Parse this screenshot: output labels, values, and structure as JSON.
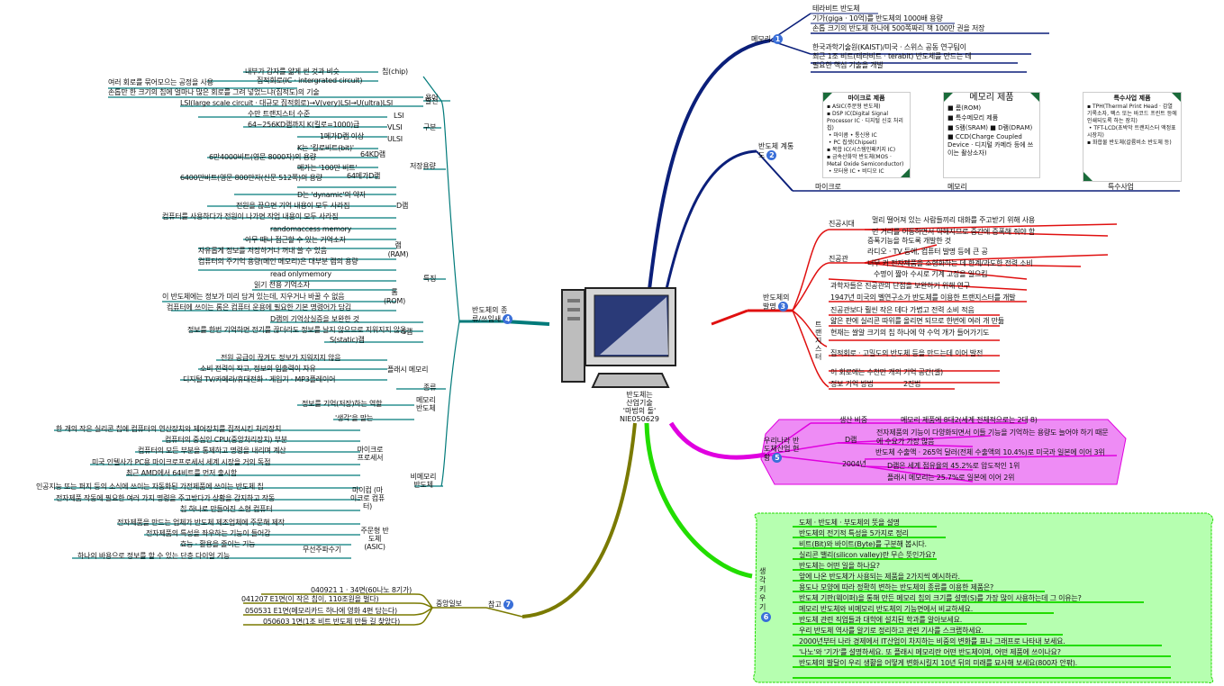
{
  "center": {
    "lines": [
      "반도체는",
      "산업기술",
      "'마법의 돌'",
      "NIE050629"
    ],
    "icon": "computer-icon"
  },
  "branches": {
    "memory": {
      "label": "메모리",
      "number": "1",
      "color": "#0b1f7a",
      "items": [
        "테라비트 반도체",
        "기가(giga · 10억)를 반도체의 1000배 용량",
        "손톱 크기의 반도체 하나에 500쪽짜리 책 100만 권을 저장",
        "한국과학기술원(KAIST)/미국 · 스위스 공동 연구팀이",
        "최근 1조 비트(테라비트 · terabit) 반도체를 만드는 데",
        "필요한 핵심 기술을 개발"
      ]
    },
    "classification": {
      "label": "반도체 계통도",
      "number": "2",
      "color": "#0b1f7a",
      "columns": [
        "마이크로",
        "메모리",
        "특수사업"
      ],
      "boxes": [
        {
          "title": "마이크로 제품",
          "items": [
            "ASIC(주문형 반도체)",
            "DSP IC(Digital Signal Processor IC · 디지털 신호 처리 칩)",
            "마이콤",
            "통신용 IC",
            "PC 칩셋(Chipset)",
            "복합 IC(시스템인패키지 IC)",
            "금속산화막 반도체(MOS · Metal Oxide Semiconductor)",
            "모터용 IC",
            "비디오 IC"
          ]
        },
        {
          "title": "메모리 제품",
          "items": [
            "롬(ROM)",
            "특수메모리 제품",
            "S램(SRAM)",
            "D램(DRAM)",
            "CCD(Charge Coupled Device · 디지털 카메라 등에 쓰이는 촬상소자)"
          ]
        },
        {
          "title": "특수사업 제품",
          "items": [
            "TPH(Thermal Print Head · 감열기록소자, 팩스 또는 바코드 프린트 등에 인쇄되도록 하는 장치)",
            "TFT-LCD(초박막 트랜지스터 액정표시장치)",
            "화합물 반도체(갈륨비소 반도체 등)"
          ]
        }
      ]
    },
    "history": {
      "label": "반도체의 발명",
      "number": "3",
      "color": "#e01010",
      "groups": [
        {
          "label": "진공시대",
          "items": [
            "멀리 떨어져 있는 사람들끼리 대화를 주고받기 위해 사용",
            "먼 거리를 이동하면서 약해지므로 중간에 증폭해 줘야 함"
          ]
        },
        {
          "label": "진공관",
          "items": [
            "증폭기능을 하도록 개발한 것",
            "라디오 · TV 등에, 컴퓨터 발명 등에 큰 공",
            "너무 커 전자제품을 소형화하는 데 한계/과도한 전력 소비",
            "수명이 짧아 수시로 기계 고장을 일으킴"
          ]
        },
        {
          "label": "트랜지스터",
          "items": [
            "과학자들은 진공관의 단점을 보완하기 위해 연구",
            "1947년 미국의 벨연구소가 반도체를 이용한 트랜지스터를 개발",
            "진공관보다 훨씬 작은 데다 가볍고 전력 소비 적음",
            "얇은 판에 실리콘 따위를 올리면 되므로 한번에 여러 개 만듦",
            "현재는 쌀알 크기의 칩 하나에 약 수억 개가 들어가기도",
            "집적회로 · 고밀도의 반도체 등을 만드는데 이어 발전",
            "이 회로에는 수천만 개의 기억 공간(셀)"
          ]
        },
        {
          "label": "정보 기억 방법",
          "items": [
            "2진법"
          ]
        }
      ]
    },
    "korea": {
      "label": "우리나라 반도체산업 현황",
      "number": "5",
      "color": "#e000e0",
      "fill": "#ee8cf5",
      "items": [
        {
          "key": "생산 비중",
          "value": "메모리 제품에 8대2(세계 전체적으로는 2대 8)"
        },
        {
          "key": "D램",
          "value": "전자제품의 기능이 다양화되면서 이들 기능을 기억하는 용량도 늘어야 하기 때문에 수요가 가장 많음"
        },
        {
          "key": "2004년",
          "value": "반도체 수출액 · 265억 달러(전체 수출액의 10.4%)로 미국과 일본에 이어 3위"
        },
        {
          "key": "",
          "value": "D램은 세계 점유율의 45.2%로 압도적인 1위"
        },
        {
          "key": "",
          "value": "플래시 메모리는 25.7%로 일본에 이어 2위"
        }
      ]
    },
    "activities": {
      "label": "생각 키우기",
      "number": "6",
      "color": "#22dd00",
      "fill": "#b6ffb0",
      "items": [
        "도체 · 반도체 · 부도체의 뜻을 설명",
        "반도체의 전기적 특성을 5가지로 정리",
        "비트(Bit)와 바이트(Byte)를 구분해 봅시다.",
        "실리콘 밸리(silicon valley)란 무슨 뜻인가요?",
        "반도체는 어떤 일을 하나요?",
        "앞에 나온 반도체가 사용되는 제품을 2가지씩 예시하라.",
        "용도나 모양에 따라 정확히 변하는 반도체의 종류를 이용한 제품은?",
        "반도체 기판(웨이퍼)을 통해 만든 메모리 칩의 크기를 설명(S)를 가장 많이 사용하는데 그 이유는?",
        "메모리 반도체와 비메모리 반도체의 기능면에서 비교하세요.",
        "반도체 관련 직업들과 대학에 설치된 학과를 알아보세요.",
        "우리 반도체 역사를 알기로 정리하고 관련 기사를 스크랩하세요.",
        "2000년부터 나라 경제에서 IT산업이 차지하는 비중의 변화를 표나 그래프로 나타내 보세요.",
        "'나노'와 '기가'를 설명하세요. 또 플래시 메모리란 어떤 반도체이며, 어떤 제품에 쓰이나요?",
        "반도체의 발달이 우리 생활을 어떻게 변화시킬지 10년 뒤의 미래를 묘사해 보세요(800자 안팎)."
      ]
    },
    "reference": {
      "label": "참고",
      "number": "7",
      "color": "#7a7a00",
      "group": "중앙일보",
      "items": [
        "040921 1 · 34면(60나노 8기가)",
        "041207 E1면(이 작은 칩이, 110조원을 벌다)",
        "050531 E1면(메모리카드 하나에 영화 4편 담는다)",
        "050603 1면(1조 비트 반도체 만들 길 찾았다)"
      ]
    },
    "types": {
      "label": "반도체의 종류/쓰임새",
      "number": "4",
      "color": "#007a7a",
      "groups": [
        {
          "label": "칩(chip)",
          "items": [
            "내부가 감자를 얇게 썬 것과 비슷",
            "집적회로(IC · intergrated circuit)"
          ],
          "sub_label": "용어",
          "sub_items": [
            "여러 회로를 묶어모으는 공정을 사용"
          ]
        },
        {
          "label": "발전",
          "items": [
            "손톱만 한 크기의 칩에 얼마나 많은 회로를 그려 넣었느냐(집적도)의 기술",
            "LSI(large scale circuit · 대규모 집적회로)→V(very)LSI→U(ultra)LSI"
          ]
        },
        {
          "label": "구분",
          "items": [
            {
              "k": "LSI",
              "v": "수만 트랜지스터 수준"
            },
            {
              "k": "VLSI",
              "v": "64~256KD램까지 K(킬로=1000)급"
            },
            {
              "k": "ULSI",
              "v": "1메가D램 이상"
            }
          ]
        },
        {
          "label": "저장용량",
          "items": [
            {
              "k": "64KD램",
              "v": [
                "K는 '킬로비트(bit)'",
                "6만4000비트(영문 8000자)의 용량"
              ]
            },
            {
              "k": "64메가D램",
              "v": [
                "메가는 '100만 비트'",
                "6400만비트(영문 800만자(신문 512쪽)의 용량"
              ]
            }
          ]
        },
        {
          "label": "특징",
          "items": [
            {
              "k": "D램",
              "v": [
                "D는 'dynamic'의 약자",
                "전원을 끊으면 기억 내용이 모두 사라짐",
                "컴퓨터를 사용하다가 전원이 나가면 작업 내용이 모두 사라짐"
              ]
            },
            {
              "k": "램 (RAM)",
              "v": [
                "randomaccess memory",
                "아무 때나 접근할 수 있는 기억소자",
                "자유롭게 정보를 저장하거나 꺼내 쓸 수 있음",
                "컴퓨터의 주기억 용량(메인 메모리)은 대부분 램의 용량"
              ]
            },
            {
              "k": "롬 (ROM)",
              "v": [
                "read onlymemory",
                "읽기 전용 기억소자",
                "이 반도체에는 정보가 미리 담겨 있는데, 지우거나 바꿀 수 없음",
                "컴퓨터에 쓰이는 롬은 컴퓨터 운용에 필요한 기본 명령어가 담김"
              ]
            },
            {
              "k": "S램",
              "v": [
                "D램의 기억상실증을 보완한 것",
                "정보를 한번 기억하면 전기를 끊더라도 정보를 날지 않으므로 지워지지 않음",
                "S(static)램"
              ]
            },
            {
              "k": "플래시 메모리",
              "v": [
                "전원 공급이 끊겨도 정보가 지워지지 않음",
                "소비 전력이 작고, 정보의 입출력이 자유",
                "디지털 TV/카메라/휴대전화 · 게임기 · MP3플레이어"
              ]
            }
          ]
        },
        {
          "label": "종류",
          "items": [
            {
              "k": "메모리 반도체",
              "v": [
                "정보를 기억(저장)하는 역할"
              ]
            },
            {
              "k": "비메모리 반도체",
              "v": [
                "'생각'을 맡는"
              ]
            }
          ]
        },
        {
          "label": "마이크로 프로세서",
          "items": [
            "한 개의 작은 실리콘 칩에 컴퓨터의 연산장치와 제어장치를 집적시킨 처리장치",
            "컴퓨터의 중심인 CPU(중앙처리장치) 부분",
            "컴퓨터의 모든 부분을 통제하고 명령을 내리며 계산",
            "미국 인텔사가 PC용 마이크로프로세서 세계 시장을 거의 독점",
            "최근 AMD에서 64비트를 먼저 출시함"
          ]
        },
        {
          "label": "마이컴 (마이크로 컴퓨터)",
          "items": [
            "인공지능 또는 퍼지 등의 소식에 쓰이는 자동화된 가전제품에 쓰이는 반도체 칩",
            "전자제품 작동에 필요한 여러 가지 명령을 주고받다가 상황을 감지하고 작동",
            "칩 하나로 만들어진 소형 컴퓨터"
          ]
        },
        {
          "label": "주문형 반도체 (ASIC)",
          "items": [
            "전자제품을 만드는 업체가 반도체 제조업체에 주문해 제작",
            "전자제품의 특성을 좌우하는 기능이 들어감",
            "효능 · 활용을 줄이는 기능"
          ],
          "sub_label": "무선주파수기",
          "sub_items": [
            "하나의 바용으로 정보를 할 수 있는 단층 다이얼 기능"
          ]
        }
      ]
    }
  }
}
